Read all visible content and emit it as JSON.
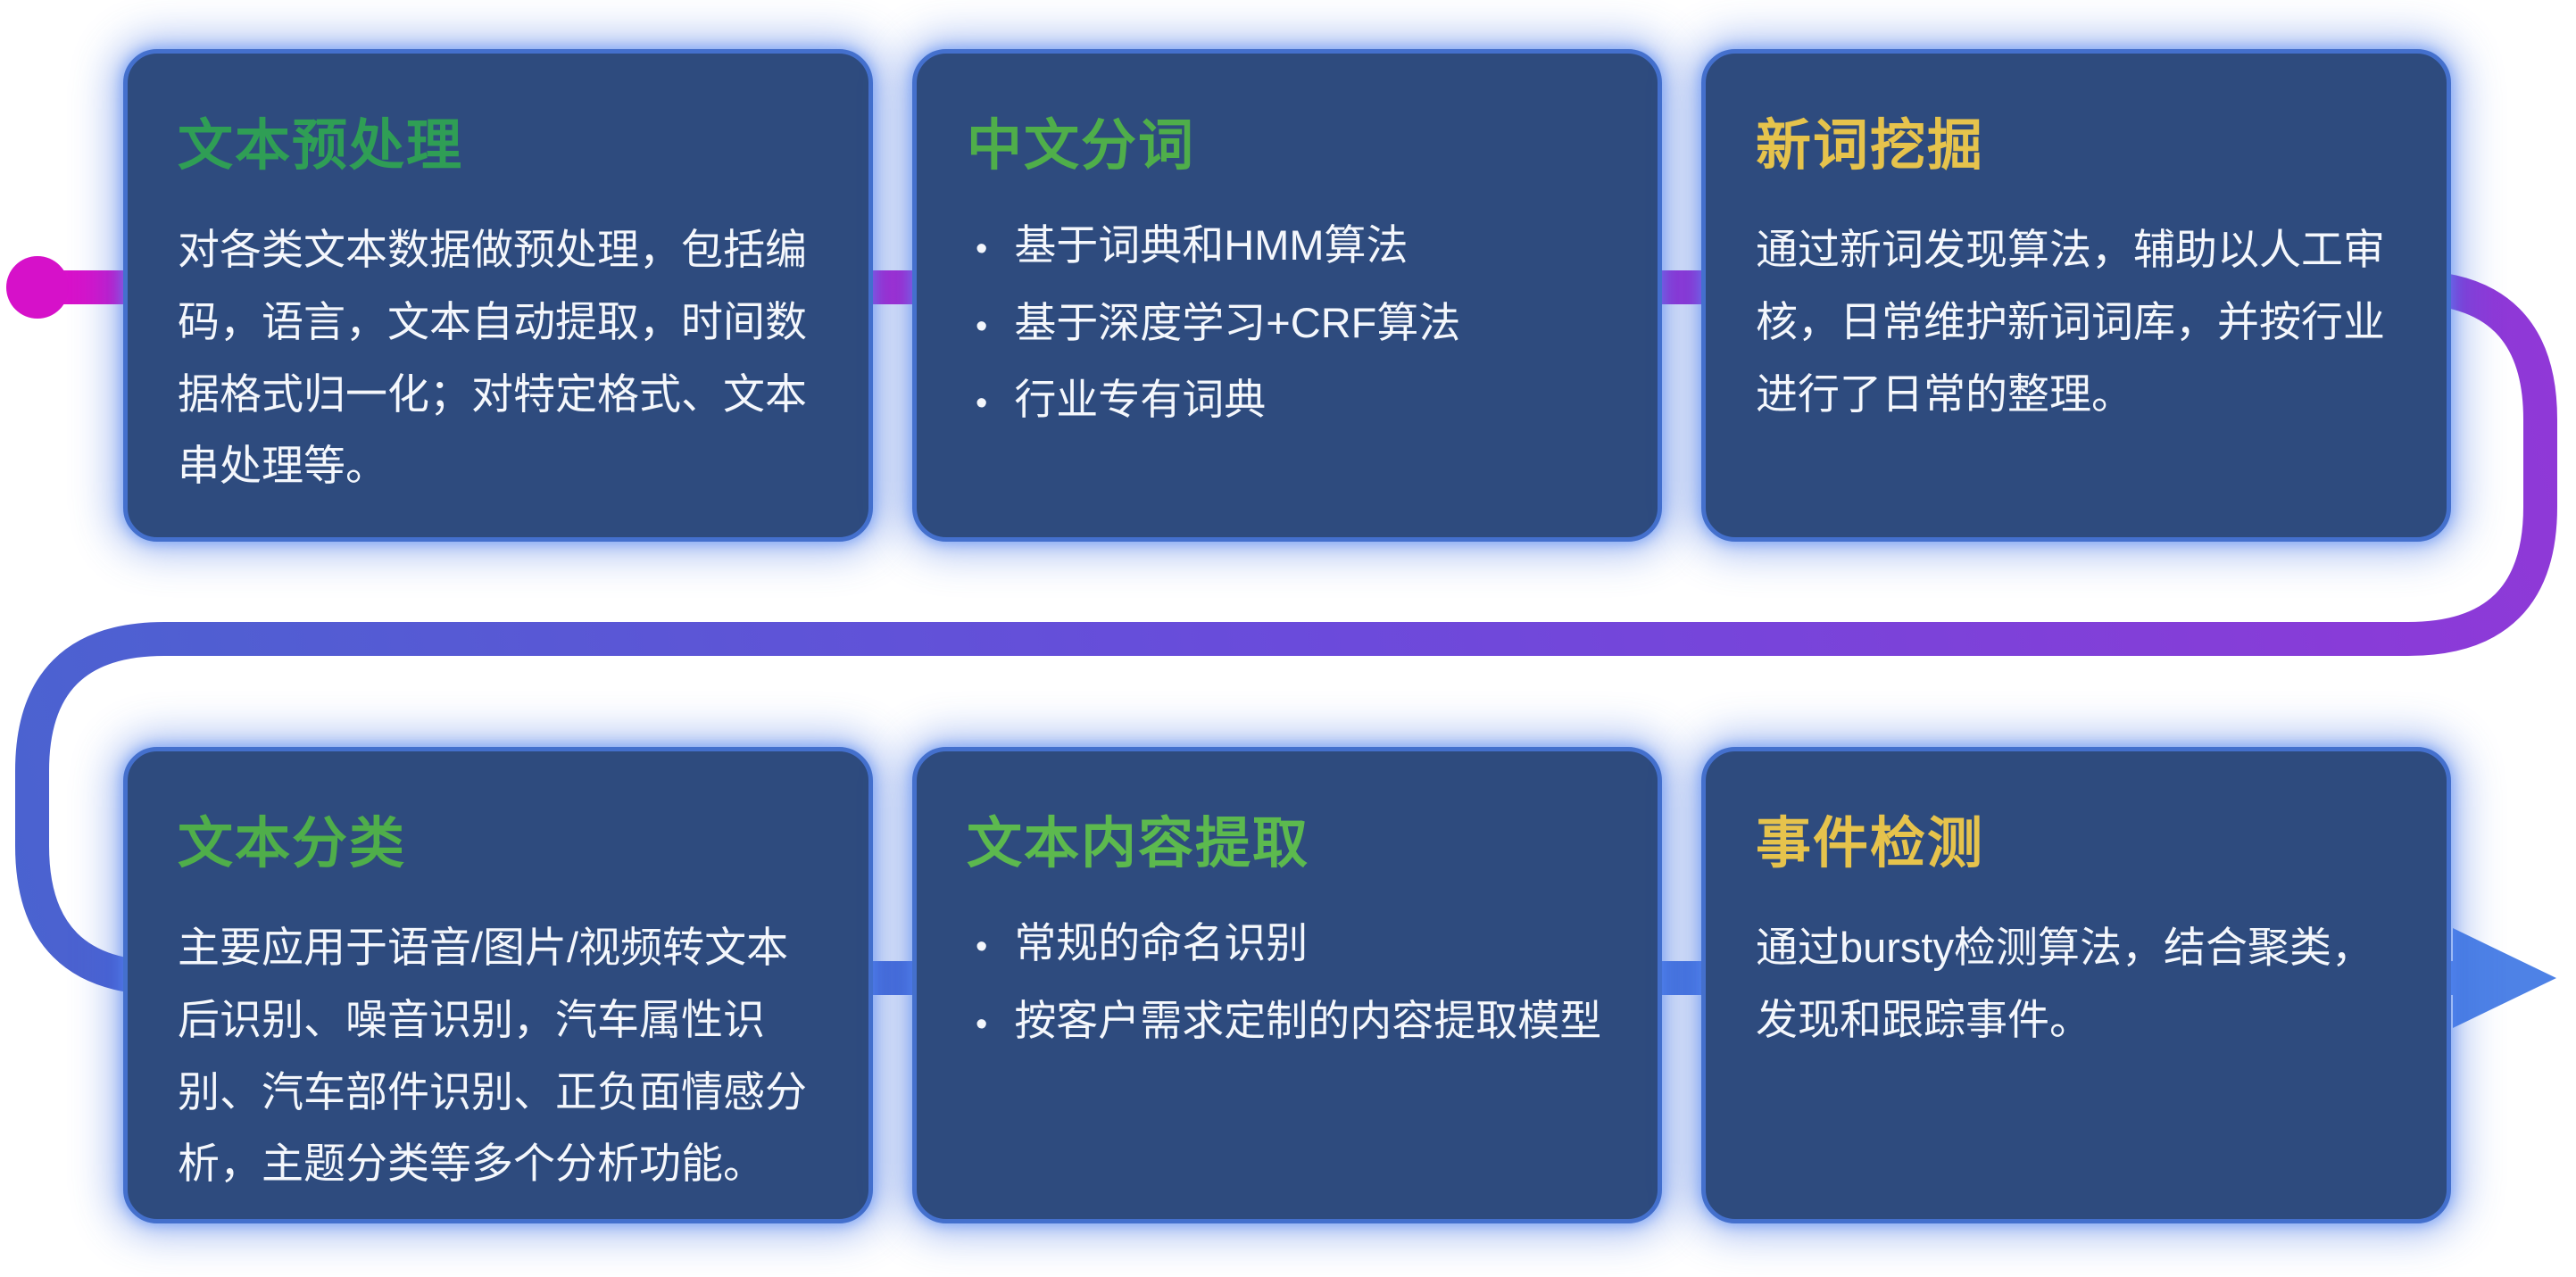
{
  "glyphs": {
    "bullet": "•"
  },
  "flow": {
    "start_color": "#d611c9",
    "mid_color": "#9038d7",
    "end_color": "#4a63d0",
    "arrow_color": "#4e82e6"
  },
  "cards": [
    {
      "id": "text-preprocessing",
      "title": "文本预处理",
      "title_color": "#2f9e55",
      "body": "对各类文本数据做预处理，包括编码，语言，文本自动提取，时间数据格式归一化；对特定格式、文本串处理等。"
    },
    {
      "id": "chinese-word-segmentation",
      "title": "中文分词",
      "title_color": "#4fae4a",
      "bullets": [
        "基于词典和HMM算法",
        "基于深度学习+CRF算法",
        "行业专有词典"
      ]
    },
    {
      "id": "new-word-mining",
      "title": "新词挖掘",
      "title_color": "#e6c34c",
      "body": "通过新词发现算法，辅助以人工审核，日常维护新词词库，并按行业进行了日常的整理。"
    },
    {
      "id": "text-classification",
      "title": "文本分类",
      "title_color": "#4fae4a",
      "body": "主要应用于语音/图片/视频转文本后识别、噪音识别，汽车属性识别、汽车部件识别、正负面情感分析，主题分类等多个分析功能。"
    },
    {
      "id": "text-content-extraction",
      "title": "文本内容提取",
      "title_color": "#5cb94e",
      "bullets": [
        "常规的命名识别",
        "按客户需求定制的内容提取模型"
      ]
    },
    {
      "id": "event-detection",
      "title": "事件检测",
      "title_color": "#e6c34c",
      "body": "通过bursty检测算法，结合聚类，发现和跟踪事件。"
    }
  ]
}
